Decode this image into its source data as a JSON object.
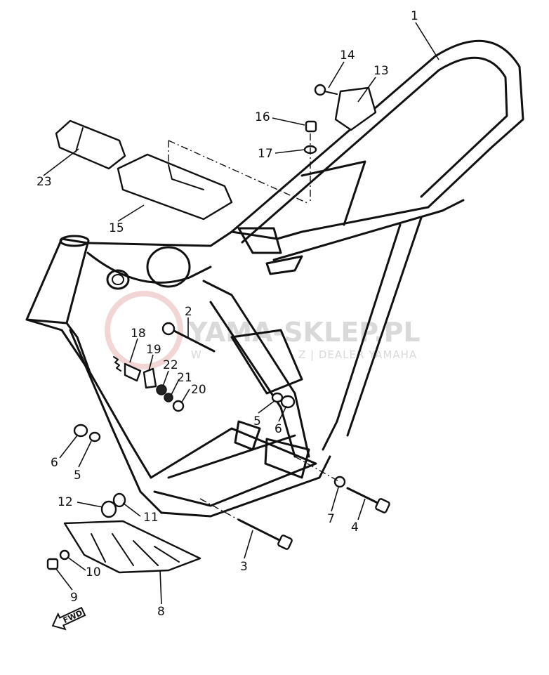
{
  "watermark": {
    "main": "YAMA-SKLEP.PL",
    "sub": "Z | DEALER YAMAHA",
    "sub_prefix": "W",
    "logo_color": "#e8b4b4"
  },
  "fwd_label": "FWD",
  "callouts": {
    "c1": "1",
    "c2": "2",
    "c3": "3",
    "c4": "4",
    "c5a": "5",
    "c5b": "5",
    "c6a": "6",
    "c6b": "6",
    "c7": "7",
    "c8": "8",
    "c9": "9",
    "c10": "10",
    "c11": "11",
    "c12": "12",
    "c13": "13",
    "c14": "14",
    "c15": "15",
    "c16": "16",
    "c17": "17",
    "c18": "18",
    "c19": "19",
    "c20": "20",
    "c21": "21",
    "c22": "22",
    "c23": "23"
  }
}
